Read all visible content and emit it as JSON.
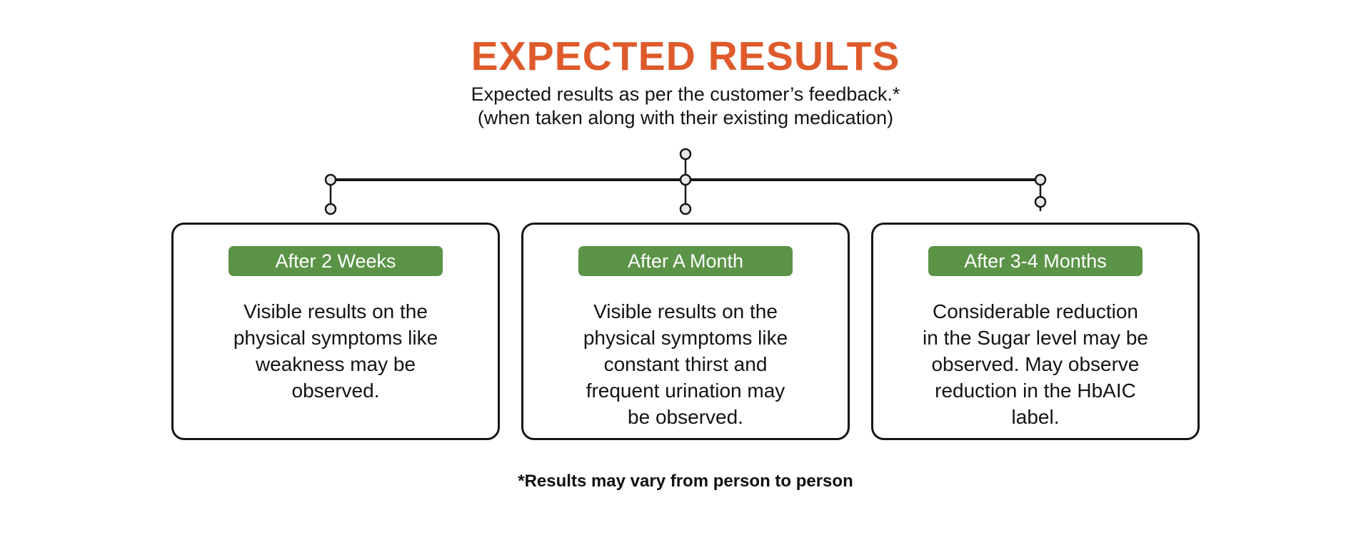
{
  "header": {
    "title": "EXPECTED RESULTS",
    "subtitle_line1": "Expected results as per the customer’s feedback.*",
    "subtitle_line2": "(when taken along with their existing medication)"
  },
  "cards": [
    {
      "badge": "After 2 Weeks",
      "body": "Visible results on the\nphysical symptoms like\nweakness may be\nobserved."
    },
    {
      "badge": "After A Month",
      "body": "Visible results on the\nphysical symptoms like\nconstant thirst and\nfrequent urination may\nbe observed."
    },
    {
      "badge": "After 3-4 Months",
      "body": "Considerable reduction\nin the Sugar level may be\nobserved. May observe\nreduction in the HbAIC\nlabel."
    }
  ],
  "footer": {
    "disclaimer": "*Results may vary from person to person"
  },
  "colors": {
    "accent_orange": "#DF5A2B",
    "badge_green": "#5B9347",
    "line": "#161616",
    "node_fill": "#E8E8E8"
  }
}
